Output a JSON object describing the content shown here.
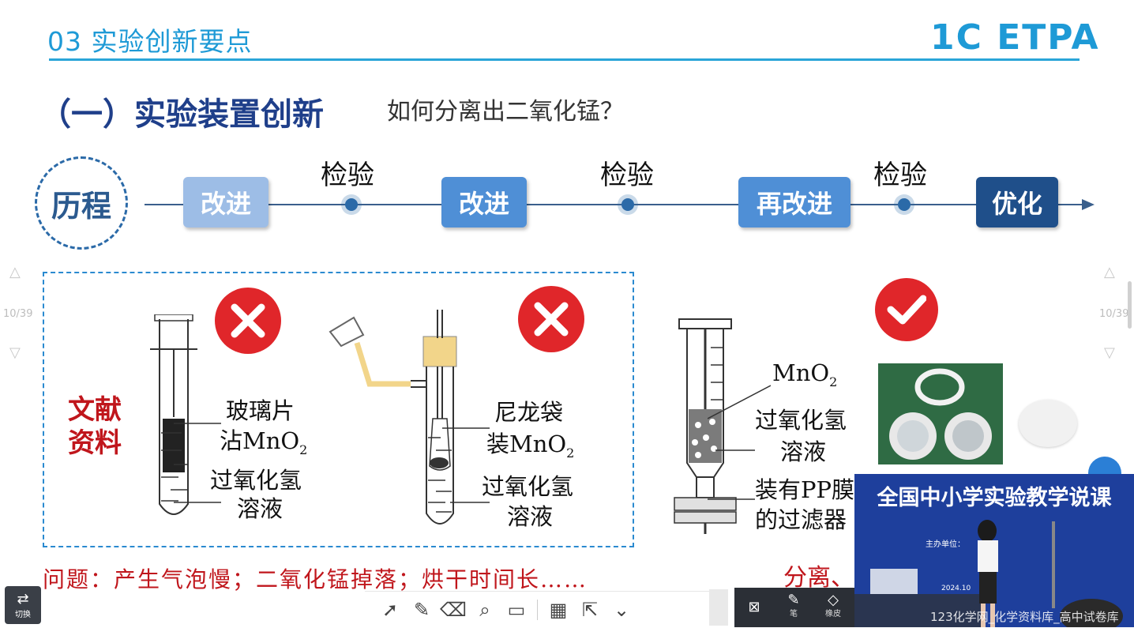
{
  "header": {
    "title": "03 实验创新要点",
    "logo": "1C ETPA"
  },
  "section": {
    "heading": "（一）实验装置创新",
    "question": "如何分离出二氧化锰？"
  },
  "timeline": {
    "start_label": "历程",
    "steps": [
      "改进",
      "改进",
      "再改进",
      "优化"
    ],
    "checks": [
      "检验",
      "检验",
      "检验"
    ]
  },
  "colors": {
    "step1": "#9dbde6",
    "step2": "#4f8fd6",
    "step3": "#4f8fd6",
    "step4": "#1f4f8a",
    "accent": "#1e9ad6",
    "error": "#e0262a"
  },
  "left_panel": {
    "source_label_1": "文献",
    "source_label_2": "资料",
    "device1": {
      "line1": "玻璃片",
      "line2": "沾MnO",
      "sub": "2",
      "line3": "过氧化氢",
      "line4": "溶液"
    },
    "device2": {
      "line1": "尼龙袋",
      "line2": "装MnO",
      "sub": "2",
      "line3": "过氧化氢",
      "line4": "溶液"
    }
  },
  "right_panel": {
    "label_mno2": "MnO",
    "label_mno2_sub": "2",
    "label_h2o2_1": "过氧化氢",
    "label_h2o2_2": "溶液",
    "label_filter_1": "装有PP膜",
    "label_filter_2": "的过滤器"
  },
  "problem_text": "问题：产生气泡慢；二氧化锰掉落；烘干时间长……",
  "problem_text_right": "分离、",
  "page": {
    "indicator": "10/39"
  },
  "toolbar": {
    "icons": [
      "pointer-icon",
      "pen-icon",
      "eraser-icon",
      "magnifier-icon",
      "board-icon",
      "qr-icon",
      "share-icon",
      "chevron-down-icon"
    ]
  },
  "dark_tools": {
    "pen_label": "笔",
    "eraser_label": "橡皮"
  },
  "switch": {
    "label": "切换"
  },
  "video": {
    "banner": "全国中小学实验教学说课",
    "host_line": "主办单位：",
    "date_line": "2024.10"
  },
  "watermark": "123化学网_化学资料库_高中试卷库"
}
